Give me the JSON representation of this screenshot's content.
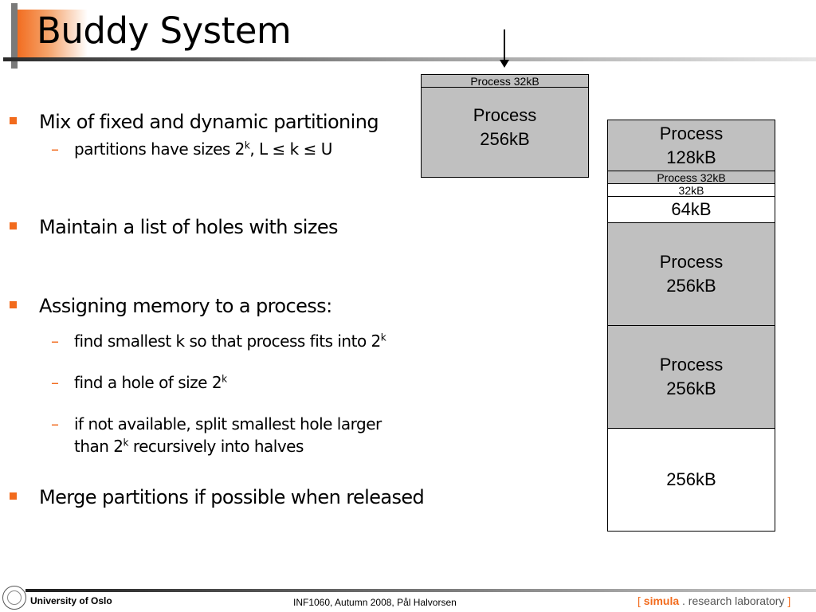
{
  "title": "Buddy System",
  "bullets": [
    {
      "text": "Mix of fixed and dynamic partitioning",
      "subs": [
        {
          "pre": "partitions have sizes 2",
          "sup": "k",
          "post": ", L ≤ k ≤ U"
        }
      ]
    },
    {
      "text": "Maintain a list of holes with sizes",
      "subs": []
    },
    {
      "text": "Assigning memory to a process:",
      "subs": [
        {
          "pre": "find smallest k so that process fits into 2",
          "sup": "k",
          "post": ""
        },
        {
          "pre": "find a hole of size 2",
          "sup": "k",
          "post": ""
        },
        {
          "pre": "if not available, split smallest hole larger",
          "line2_pre": "than 2",
          "line2_sup": "k",
          "line2_post": " recursively into halves"
        }
      ]
    },
    {
      "text": "Merge partitions if possible when released",
      "subs": []
    }
  ],
  "incoming": {
    "header": "Process 32kB",
    "body_line1": "Process",
    "body_line2": "256kB"
  },
  "memory": [
    {
      "line1": "Process",
      "line2": "128kB",
      "fill": "gray"
    },
    {
      "line1": "Process 32kB",
      "fill": "gray"
    },
    {
      "line1": "32kB",
      "fill": "white"
    },
    {
      "line1": "64kB",
      "fill": "white"
    },
    {
      "line1": "Process",
      "line2": "256kB",
      "fill": "gray"
    },
    {
      "line1": "Process",
      "line2": "256kB",
      "fill": "gray"
    },
    {
      "line1": "256kB",
      "fill": "white"
    }
  ],
  "footer": {
    "university": "University of Oslo",
    "course": "INF1060,  Autumn 2008,  Pål Halvorsen",
    "lab_open": "[",
    "lab_simula": "simula",
    "lab_rest": " . research laboratory ",
    "lab_close": "]"
  },
  "colors": {
    "accent": "#f26b1d",
    "process_fill": "#c0c0c0"
  }
}
